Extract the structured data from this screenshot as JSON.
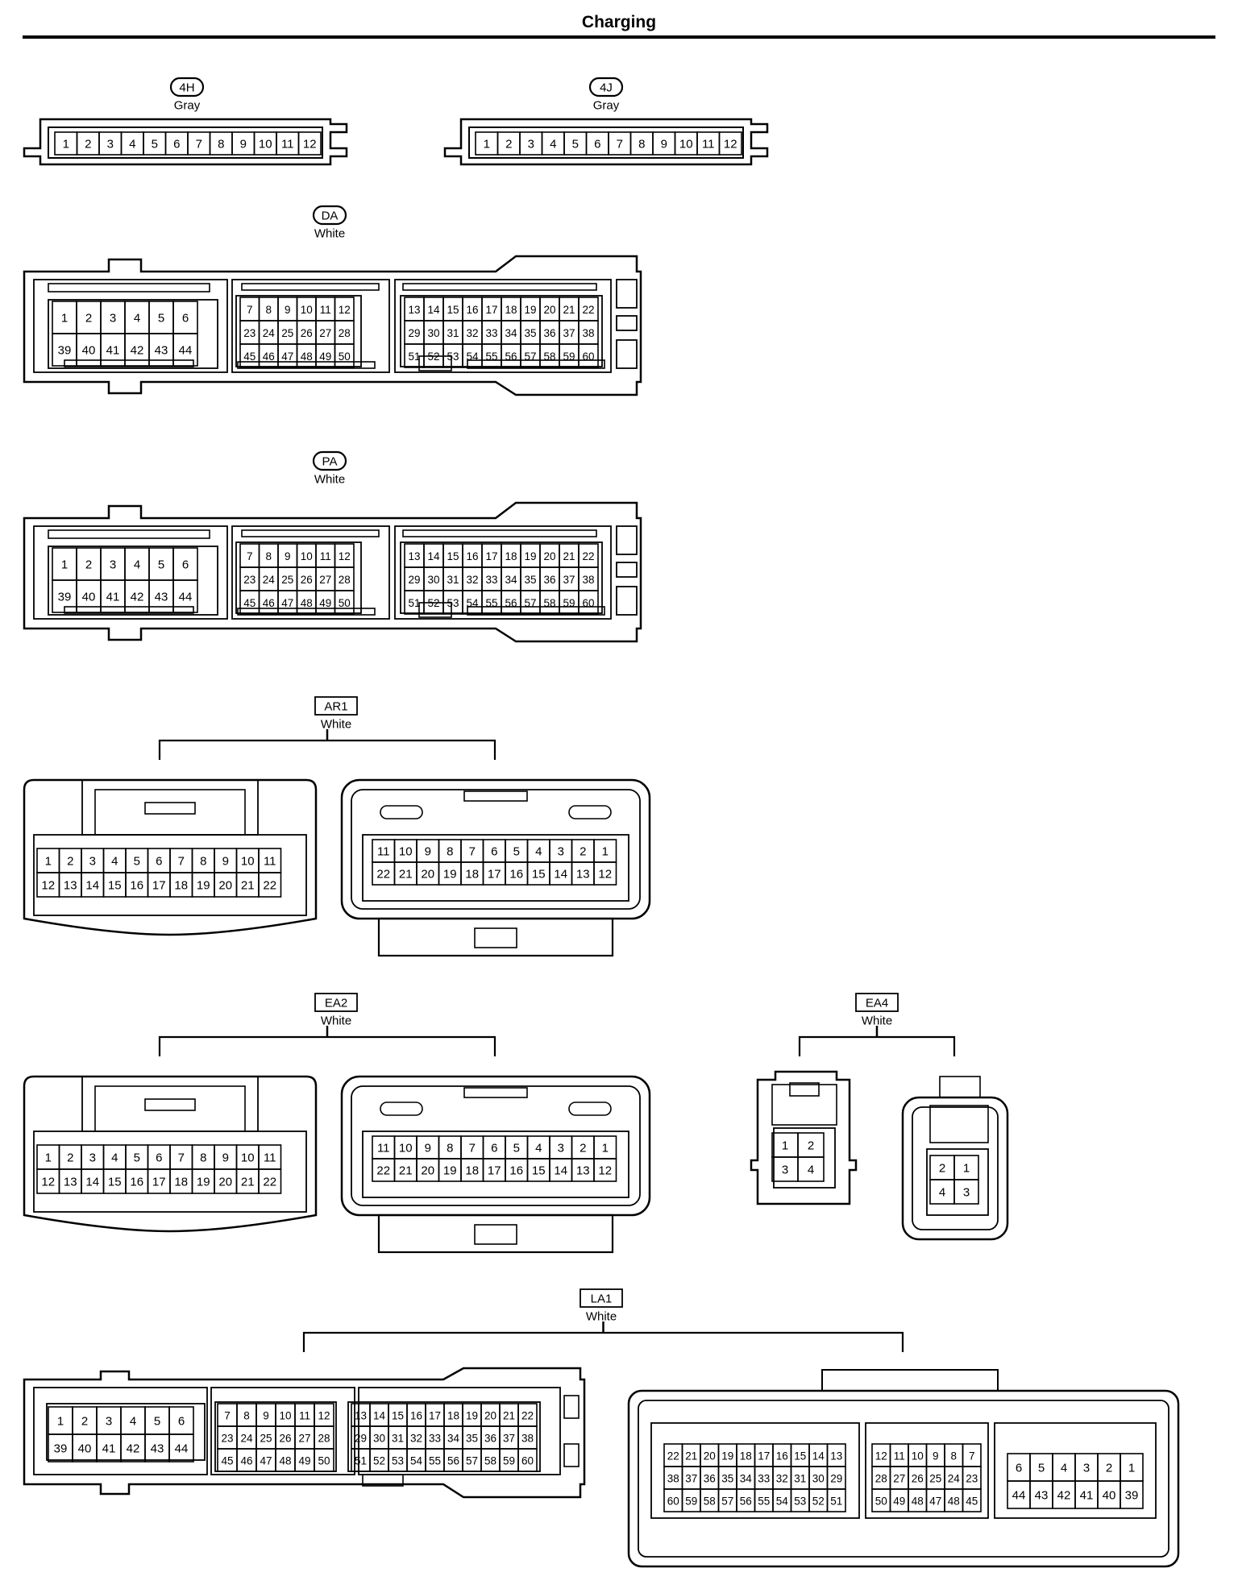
{
  "page_title": "Charging",
  "connectors": [
    {
      "code": "4H",
      "color": "Gray"
    },
    {
      "code": "4J",
      "color": "Gray"
    },
    {
      "code": "DA",
      "color": "White"
    },
    {
      "code": "PA",
      "color": "White"
    },
    {
      "code": "AR1",
      "color": "White"
    },
    {
      "code": "EA2",
      "color": "White"
    },
    {
      "code": "EA4",
      "color": "White"
    },
    {
      "code": "LA1",
      "color": "White"
    }
  ],
  "pin_grids": {
    "h12": [
      [
        "1",
        "2",
        "3",
        "4",
        "5",
        "6",
        "7",
        "8",
        "9",
        "10",
        "11",
        "12"
      ]
    ],
    "ecu_a": [
      [
        "1",
        "2",
        "3",
        "4",
        "5",
        "6"
      ],
      [
        "39",
        "40",
        "41",
        "42",
        "43",
        "44"
      ]
    ],
    "ecu_b": [
      [
        "7",
        "8",
        "9",
        "10",
        "11",
        "12"
      ],
      [
        "23",
        "24",
        "25",
        "26",
        "27",
        "28"
      ],
      [
        "45",
        "46",
        "47",
        "48",
        "49",
        "50"
      ]
    ],
    "ecu_c": [
      [
        "13",
        "14",
        "15",
        "16",
        "17",
        "18",
        "19",
        "20",
        "21",
        "22"
      ],
      [
        "29",
        "30",
        "31",
        "32",
        "33",
        "34",
        "35",
        "36",
        "37",
        "38"
      ],
      [
        "51",
        "52",
        "53",
        "54",
        "55",
        "56",
        "57",
        "58",
        "59",
        "60"
      ]
    ],
    "jc_male": [
      [
        "1",
        "2",
        "3",
        "4",
        "5",
        "6",
        "7",
        "8",
        "9",
        "10",
        "11"
      ],
      [
        "12",
        "13",
        "14",
        "15",
        "16",
        "17",
        "18",
        "19",
        "20",
        "21",
        "22"
      ]
    ],
    "jc_female": [
      [
        "11",
        "10",
        "9",
        "8",
        "7",
        "6",
        "5",
        "4",
        "3",
        "2",
        "1"
      ],
      [
        "22",
        "21",
        "20",
        "19",
        "18",
        "17",
        "16",
        "15",
        "14",
        "13",
        "12"
      ]
    ],
    "ea4_male": [
      [
        "1",
        "2"
      ],
      [
        "3",
        "4"
      ]
    ],
    "ea4_female": [
      [
        "2",
        "1"
      ],
      [
        "4",
        "3"
      ]
    ],
    "la_f_a": [
      [
        "22",
        "21",
        "20",
        "19",
        "18",
        "17",
        "16",
        "15",
        "14",
        "13"
      ],
      [
        "38",
        "37",
        "36",
        "35",
        "34",
        "33",
        "32",
        "31",
        "30",
        "29"
      ],
      [
        "60",
        "59",
        "58",
        "57",
        "56",
        "55",
        "54",
        "53",
        "52",
        "51"
      ]
    ],
    "la_f_b": [
      [
        "12",
        "11",
        "10",
        "9",
        "8",
        "7"
      ],
      [
        "28",
        "27",
        "26",
        "25",
        "24",
        "23"
      ],
      [
        "50",
        "49",
        "48",
        "47",
        "48",
        "45"
      ]
    ],
    "la_f_c": [
      [
        "6",
        "5",
        "4",
        "3",
        "2",
        "1"
      ],
      [
        "44",
        "43",
        "42",
        "41",
        "40",
        "39"
      ]
    ]
  }
}
